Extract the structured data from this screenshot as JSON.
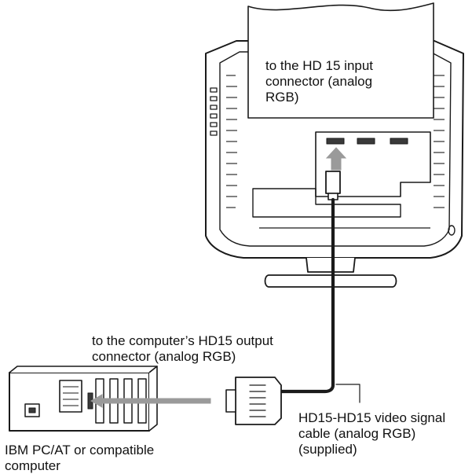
{
  "labels": {
    "monitor_input": "to the HD 15 input\nconnector (analog\nRGB)",
    "computer_output": "to the computer’s HD15 output\nconnector (analog RGB)",
    "cable": "HD15-HD15 video signal\ncable (analog RGB)\n(supplied)",
    "computer": "IBM PC/AT or compatible\ncomputer"
  },
  "colors": {
    "line": "#1a1a1a",
    "arrow": "#9a9a9a",
    "panel_dark": "#3a3a3a",
    "fill_light": "#ffffff"
  }
}
